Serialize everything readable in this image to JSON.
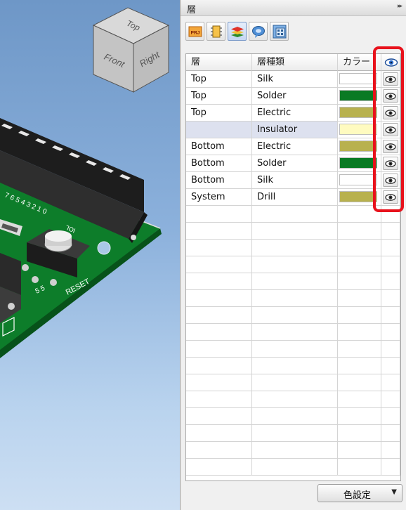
{
  "viewcube": {
    "top": "Top",
    "front": "Front",
    "right": "Right"
  },
  "board_text": {
    "reset": "RESET",
    "iol": "IOL",
    "pins": "7 6 5 4 3 2 1 0",
    "small": "5 5"
  },
  "panel": {
    "title": "層",
    "pin_icon": "double-arrow-icon",
    "toolbar": [
      {
        "name": "project-icon",
        "label": "PRJ"
      },
      {
        "name": "component-icon"
      },
      {
        "name": "layers-icon",
        "active": true
      },
      {
        "name": "comment-icon"
      },
      {
        "name": "grid-icon"
      }
    ]
  },
  "table": {
    "headers": {
      "layer": "層",
      "layer_type": "層種類",
      "color": "カラー",
      "visibility_icon": "eye-icon"
    },
    "rows": [
      {
        "layer": "Top",
        "type": "Silk",
        "color": "#ffffff"
      },
      {
        "layer": "Top",
        "type": "Solder",
        "color": "#0a7a24"
      },
      {
        "layer": "Top",
        "type": "Electric",
        "color": "#b8b14e"
      },
      {
        "layer": "",
        "type": "Insulator",
        "color": "#fffbc0",
        "selected": true
      },
      {
        "layer": "Bottom",
        "type": "Electric",
        "color": "#b8b14e"
      },
      {
        "layer": "Bottom",
        "type": "Solder",
        "color": "#0a7a24"
      },
      {
        "layer": "Bottom",
        "type": "Silk",
        "color": "#ffffff"
      },
      {
        "layer": "System",
        "type": "Drill",
        "color": "#b8b14e"
      }
    ],
    "empty_rows": 16
  },
  "highlight_color": "#e8121c",
  "color_settings": {
    "label": "色設定"
  }
}
